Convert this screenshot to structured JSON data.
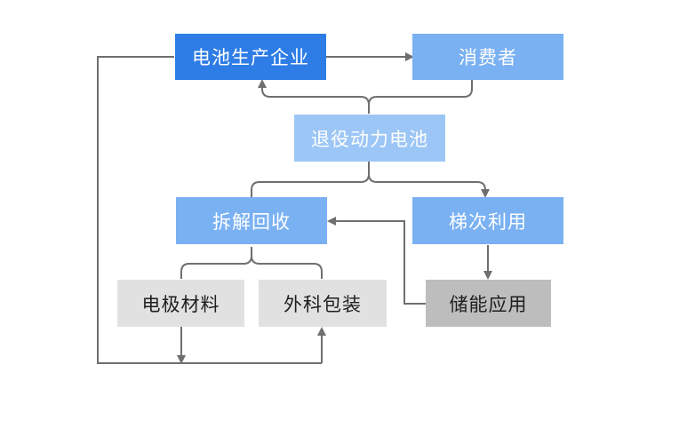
{
  "nodes": {
    "manufacturer": "电池生产企业",
    "consumer": "消费者",
    "retired_battery": "退役动力电池",
    "dismantle_recycle": "拆解回收",
    "cascade_use": "梯次利用",
    "electrode_material": "电极材料",
    "outer_packaging": "外科包装",
    "energy_storage": "储能应用"
  },
  "colors": {
    "primary_blue": "#2e7de6",
    "mid_blue": "#7ab1f2",
    "light_blue": "#9cc6f6",
    "light_gray": "#e1e1e1",
    "dark_gray": "#bdbdbd",
    "connector": "#6f6f6f"
  }
}
